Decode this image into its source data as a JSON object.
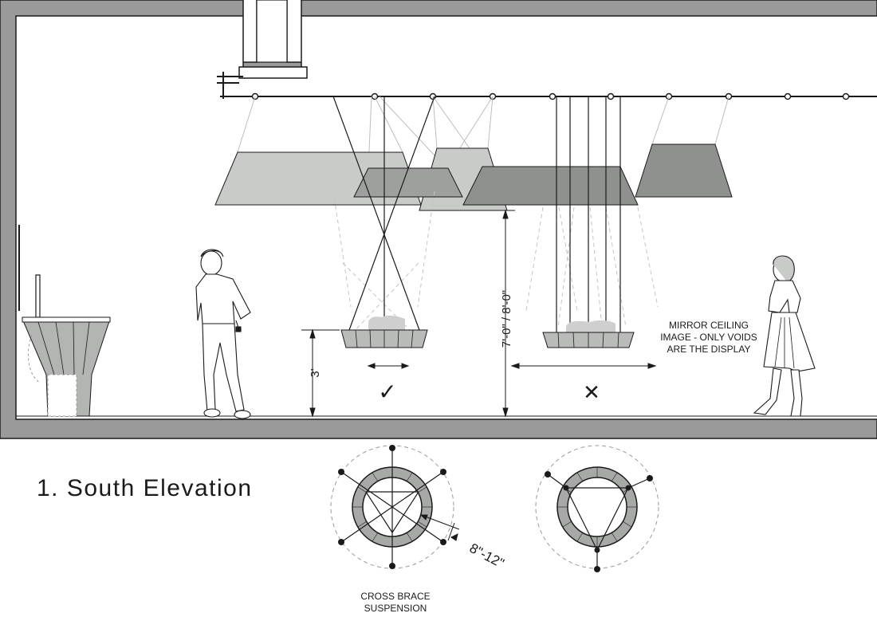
{
  "drawing": {
    "title": "1. South Elevation",
    "dim_height_label": "7'-0\" / 8'-0\"",
    "dim_low_label": "3'",
    "check_mark": "✓",
    "cross_mark": "✕",
    "note_lines": [
      "MIRROR CEILING",
      "IMAGE - ONLY VOIDS",
      "ARE THE DISPLAY"
    ],
    "ring_dim_label": "8\"-12\"",
    "plan_caption_lines": [
      "CROSS BRACE",
      "SUSPENSION"
    ]
  },
  "colors": {
    "wall": "#9a9a9a",
    "line": "#1a1a1a",
    "shade_light": "#c9cbc9",
    "shade_mid": "#b3b5b3",
    "shade_dark": "#8f918f",
    "ring": "#a7a9a7",
    "guide": "#bdbdbd"
  }
}
